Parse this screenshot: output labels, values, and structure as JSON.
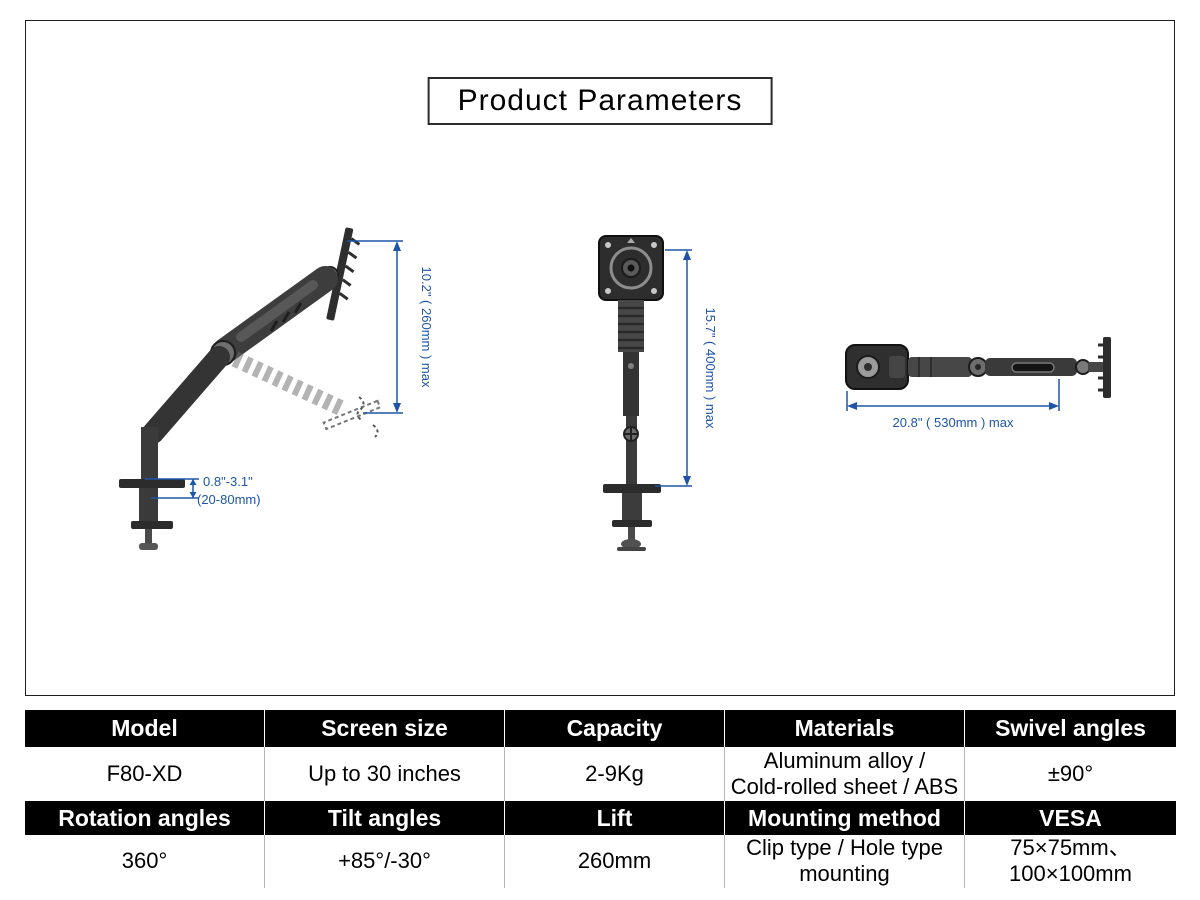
{
  "page": {
    "title": "Product Parameters"
  },
  "colors": {
    "dimension_blue": "#1e55a8",
    "table_header_bg": "#000000",
    "table_header_text": "#ffffff"
  },
  "diagrams": {
    "side_view": {
      "height_dim": "10.2\" ( 260mm ) max",
      "clamp_dim_line1": "0.8\"-3.1\"",
      "clamp_dim_line2": "(20-80mm)"
    },
    "front_view": {
      "height_dim": "15.7\" ( 400mm ) max"
    },
    "top_view": {
      "length_dim": "20.8\" ( 530mm ) max"
    }
  },
  "table": {
    "rows": [
      {
        "cells": [
          "Model",
          "Screen size",
          "Capacity",
          "Materials",
          "Swivel angles"
        ]
      },
      {
        "cells": [
          "F80-XD",
          "Up to 30 inches",
          "2-9Kg",
          "Aluminum alloy /\nCold-rolled sheet / ABS",
          "±90°"
        ]
      },
      {
        "cells": [
          "Rotation angles",
          "Tilt angles",
          "Lift",
          "Mounting method",
          "VESA"
        ]
      },
      {
        "cells": [
          "360°",
          "+85°/-30°",
          "260mm",
          "Clip type / Hole type\nmounting",
          "75×75mm、100×100mm"
        ]
      }
    ]
  }
}
